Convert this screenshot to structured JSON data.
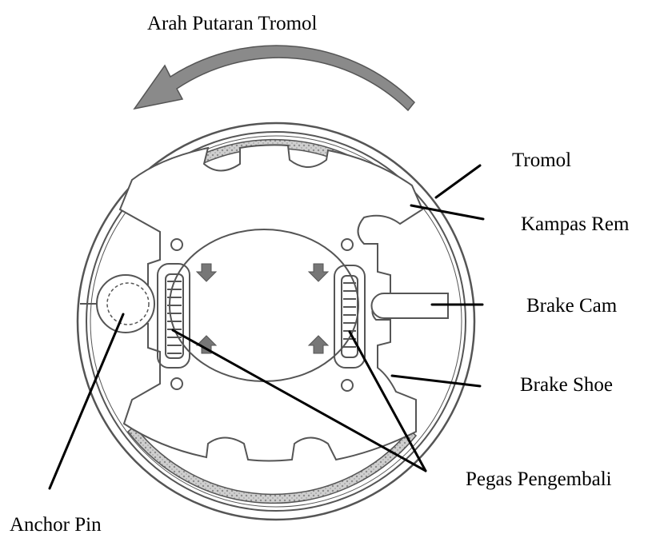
{
  "title": "Arah Putaran Tromol",
  "labels": {
    "tromol": "Tromol",
    "kampas_rem": "Kampas Rem",
    "brake_cam": "Brake Cam",
    "brake_shoe": "Brake Shoe",
    "pegas_pengembali": "Pegas Pengembali",
    "anchor_pin": "Anchor Pin"
  },
  "colors": {
    "ink": "#000000",
    "drawing": "#555555",
    "arrow_fill": "#8a8a8a",
    "lining_fill": "#bdbdbd"
  }
}
